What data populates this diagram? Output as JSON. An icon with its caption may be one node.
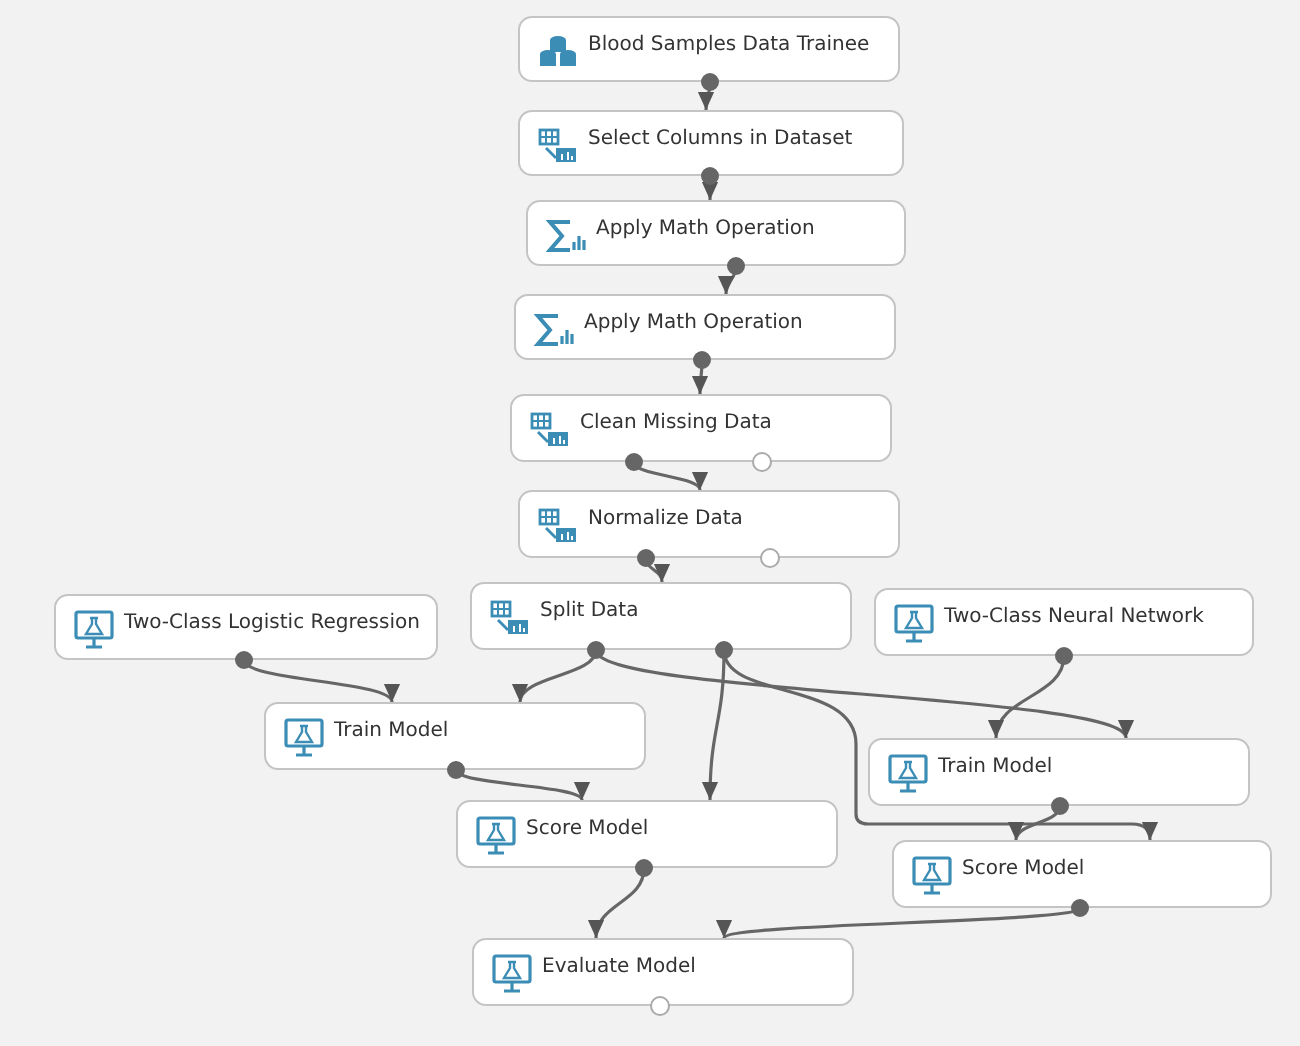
{
  "diagram": {
    "nodes": [
      {
        "text": [
          "Blood Samples Data Trainee"
        ]
      },
      {
        "text": [
          "Select Columns in Dataset"
        ]
      },
      {
        "text": [
          "Apply Math Operation"
        ]
      },
      {
        "text": [
          "Apply Math Operation"
        ]
      },
      {
        "text": [
          "Clean Missing Data"
        ]
      },
      {
        "text": [
          "Normalize Data"
        ]
      },
      {
        "text": [
          "Two-Class Logistic Regression"
        ]
      },
      {
        "text": [
          "Split Data"
        ]
      },
      {
        "text": [
          "Two-Class Neural Network"
        ]
      },
      {
        "text": [
          "Train Model"
        ]
      },
      {
        "text": [
          "Train Model"
        ]
      },
      {
        "text": [
          "Score Model"
        ]
      },
      {
        "text": [
          "Score Model"
        ]
      },
      {
        "text": [
          "Evaluate Model"
        ]
      }
    ],
    "edges": [
      {
        "from": 0,
        "to": 1,
        "arrow": "to"
      },
      {
        "from": 1,
        "to": 2,
        "arrow": "to"
      },
      {
        "from": 2,
        "to": 3,
        "arrow": "to"
      },
      {
        "from": 3,
        "to": 4,
        "arrow": "to"
      },
      {
        "from": 4,
        "to": 5,
        "arrow": "to"
      },
      {
        "from": 5,
        "to": 7,
        "arrow": "to"
      },
      {
        "from": 6,
        "to": 9,
        "arrow": "to"
      },
      {
        "from": 7,
        "to": 9,
        "arrow": "to"
      },
      {
        "from": 7,
        "to": 10,
        "arrow": "to"
      },
      {
        "from": 7,
        "to": 11,
        "arrow": "to"
      },
      {
        "from": 7,
        "to": 12,
        "arrow": "to"
      },
      {
        "from": 8,
        "to": 10,
        "arrow": "to"
      },
      {
        "from": 9,
        "to": 11,
        "arrow": "to"
      },
      {
        "from": 10,
        "to": 12,
        "arrow": "to"
      },
      {
        "from": 11,
        "to": 13,
        "arrow": "to"
      },
      {
        "from": 12,
        "to": 13,
        "arrow": "to"
      }
    ]
  }
}
